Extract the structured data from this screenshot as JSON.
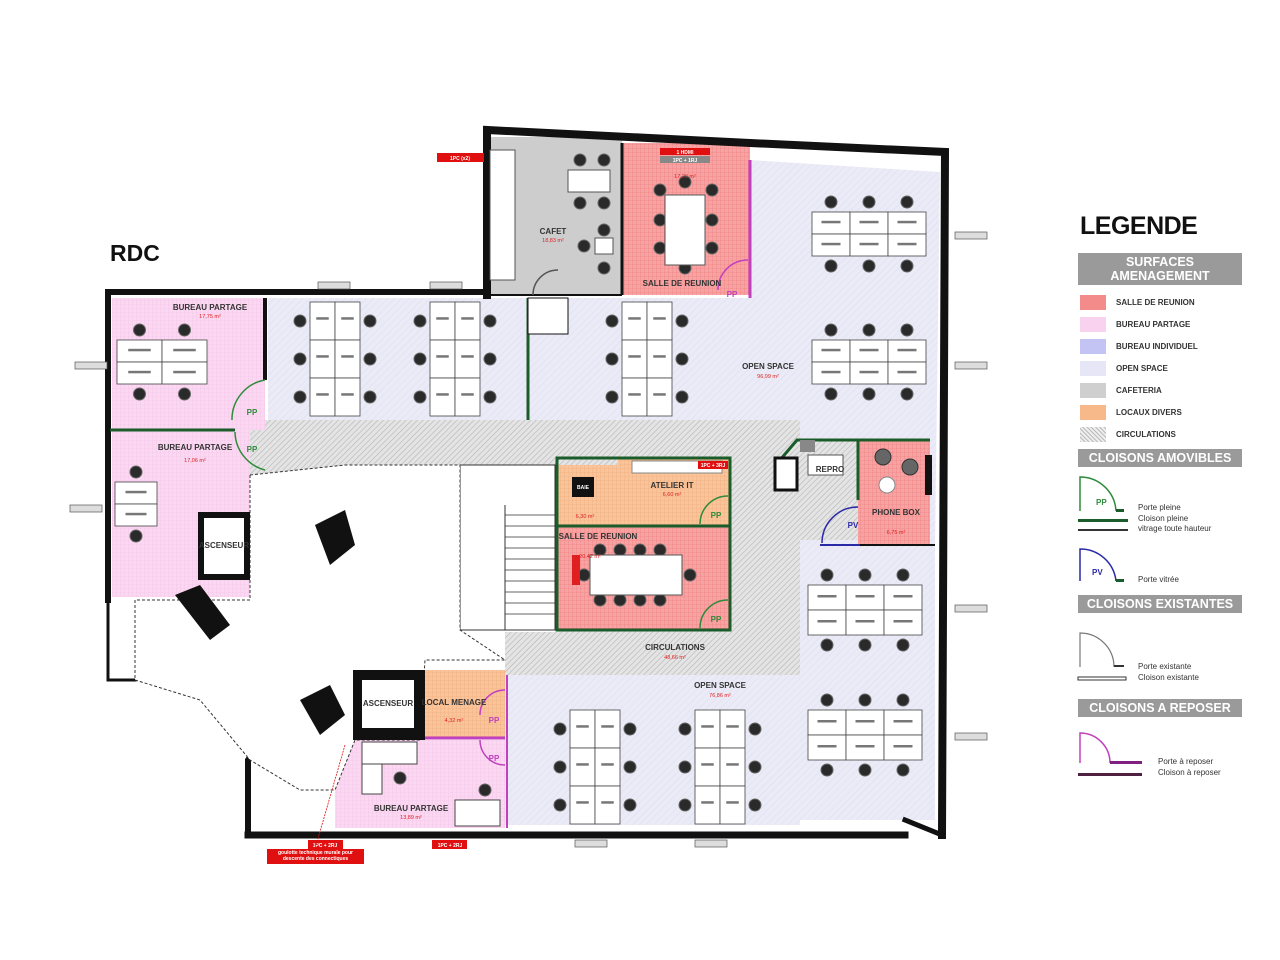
{
  "level_label": "RDC",
  "rooms": {
    "cafet": {
      "name": "CAFET",
      "area": "18,83 m²"
    },
    "salle_reunion_top": {
      "name": "SALLE DE REUNION",
      "area": "17,20 m²",
      "tags": [
        "1 HDMI",
        "1PC + 1RJ"
      ]
    },
    "open_space_top": {
      "name": "OPEN SPACE",
      "area": "96,99 m²"
    },
    "bureau_partage_1": {
      "name": "BUREAU PARTAGE",
      "area": "17,75 m²"
    },
    "bureau_partage_2": {
      "name": "BUREAU PARTAGE",
      "area": "17,06 m²"
    },
    "bureau_partage_3": {
      "name": "BUREAU PARTAGE",
      "area": "13,89 m²"
    },
    "baie": {
      "name": "BAIE",
      "area": "6,30 m²"
    },
    "atelier_it": {
      "name": "ATELIER IT",
      "area": "6,60 m²",
      "tag": "1PC + 3RJ"
    },
    "salle_reunion_bottom": {
      "name": "SALLE DE REUNION",
      "area": "20,42 m²"
    },
    "circulations": {
      "name": "CIRCULATIONS",
      "area": "48,66 m²"
    },
    "open_space_bottom": {
      "name": "OPEN SPACE",
      "area": "76,86 m²"
    },
    "repro": {
      "name": "REPRO"
    },
    "phone_box": {
      "name": "PHONE BOX",
      "area": "6,75 m²"
    },
    "local_menage": {
      "name": "LOCAL MENAGE",
      "area": "4,32 m²"
    },
    "ascenseur": "ASCENSEUR"
  },
  "door_labels": {
    "pp": "PP",
    "pv": "PV"
  },
  "wall_tags": {
    "cafet_pc": "1PC (x2)",
    "pc_rj": "1PC + 2RJ",
    "pc_rj_1": "1PC + 1RJ",
    "goulotte": "goulotte technique murale pour descente des connectiques"
  },
  "legend": {
    "title": "LEGENDE",
    "surfaces_title": "SURFACES AMENAGEMENT",
    "surfaces": [
      {
        "label": "SALLE DE REUNION",
        "color": "#f48b8b"
      },
      {
        "label": "BUREAU PARTAGE",
        "color": "#f9d2ef"
      },
      {
        "label": "BUREAU INDIVIDUEL",
        "color": "#c4c4f4"
      },
      {
        "label": "OPEN SPACE",
        "color": "#e6e6f6"
      },
      {
        "label": "CAFETERIA",
        "color": "#cfcfcf"
      },
      {
        "label": "LOCAUX DIVERS",
        "color": "#f7b98a"
      },
      {
        "label": "CIRCULATIONS",
        "color": "#d0d0d0"
      }
    ],
    "amovibles_title": "CLOISONS AMOVIBLES",
    "porte_pleine": "Porte pleine",
    "cloison_pleine": "Cloison pleine",
    "vitrage": "vitrage toute hauteur",
    "porte_vitree": "Porte vitrée",
    "existantes_title": "CLOISONS EXISTANTES",
    "porte_existante": "Porte existante",
    "cloison_existante": "Cloison existante",
    "reposer_title": "CLOISONS A REPOSER",
    "porte_reposer": "Porte à reposer",
    "cloison_reposer": "Cloison à reposer"
  },
  "colors": {
    "wall": "#111111",
    "door_pleine": "#2e8b3a",
    "door_vitree": "#2a2aa8",
    "door_reposer": "#c040c0",
    "tag_red": "#e01010"
  }
}
